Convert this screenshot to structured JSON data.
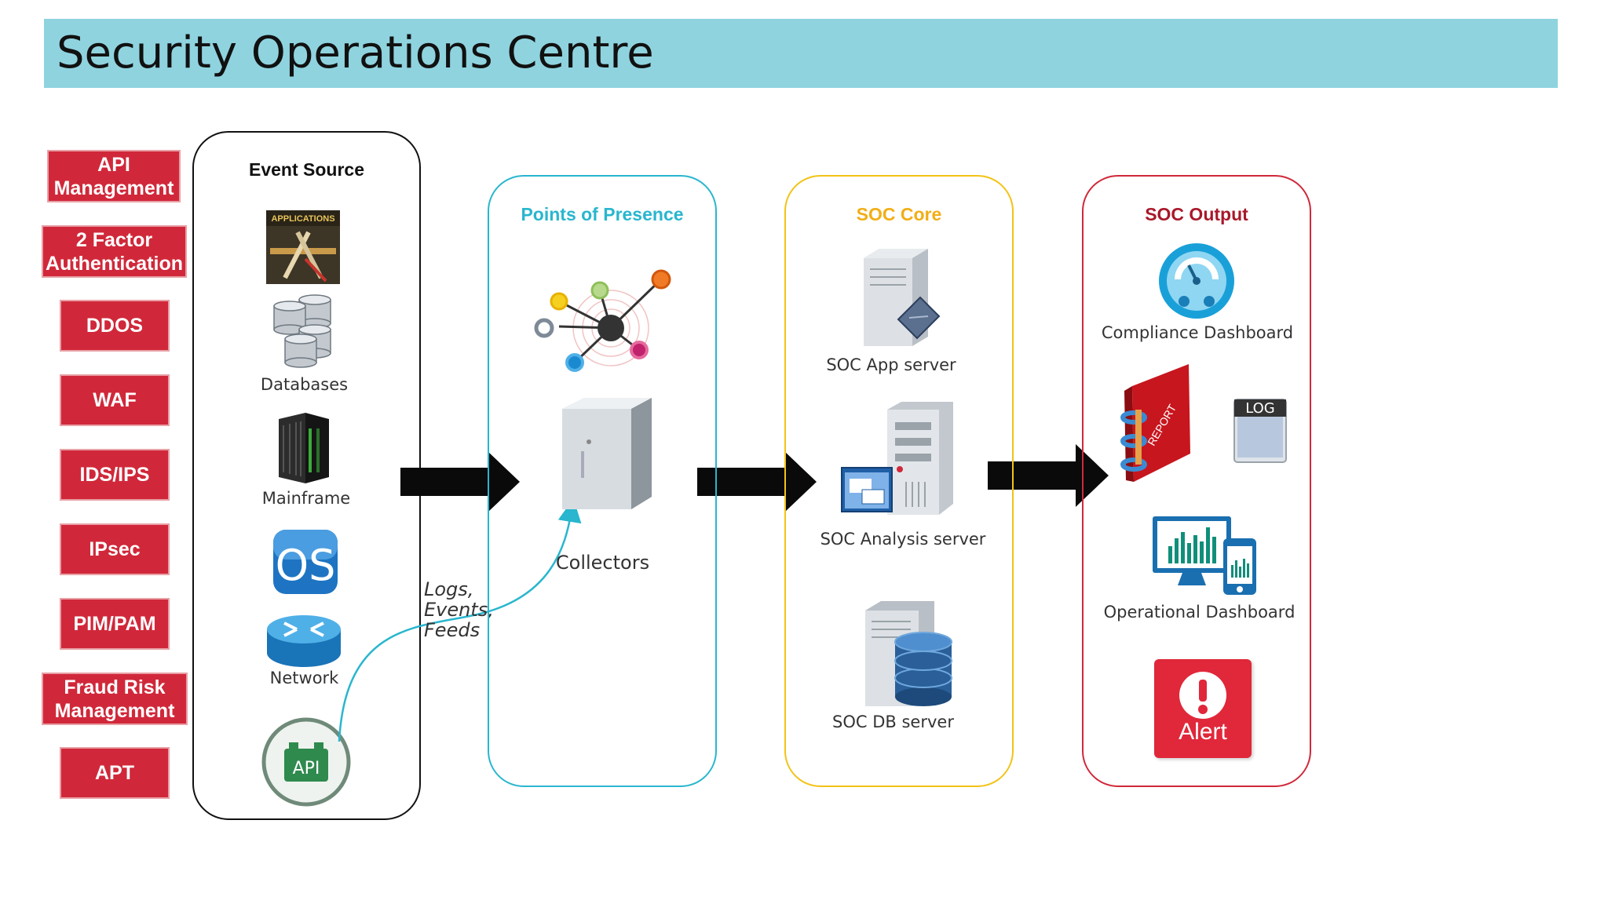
{
  "header": {
    "title": "Security Operations Centre",
    "color": "#8fd3df"
  },
  "side_buttons": [
    "API\nManagement",
    "2 Factor\nAuthentication",
    "DDOS",
    "WAF",
    "IDS/IPS",
    "IPsec",
    "PIM/PAM",
    "Fraud Risk\nManagement",
    "APT"
  ],
  "event_source": {
    "title": "Event Source",
    "applications_label": "APPLICATIONS",
    "databases": "Databases",
    "mainframe": "Mainframe",
    "os_label": "OS",
    "network": "Network",
    "api_label": "API"
  },
  "flow_note": [
    "Logs,",
    "Events,",
    "Feeds"
  ],
  "points_of_presence": {
    "title": "Points of Presence",
    "collectors": "Collectors",
    "color": "#29b6ce"
  },
  "soc_core": {
    "title": "SOC Core",
    "app_server": "SOC App server",
    "analysis_server": "SOC Analysis server",
    "db_server": "SOC DB server",
    "color": "#f2c316"
  },
  "soc_output": {
    "title": "SOC Output",
    "compliance": "Compliance Dashboard",
    "report_label": "REPORT",
    "log_label": "LOG",
    "operational": "Operational Dashboard",
    "alert": "Alert",
    "color": "#d0283a"
  }
}
